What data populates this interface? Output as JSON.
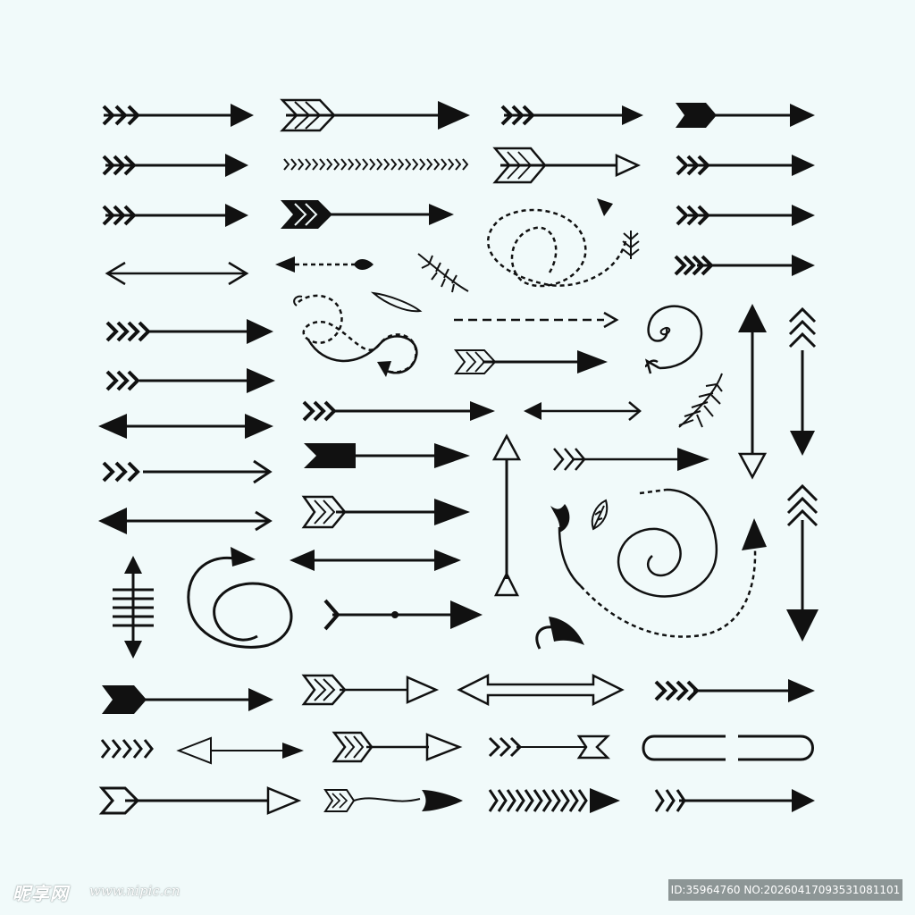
{
  "palette": {
    "background": "#f1fafa",
    "ink": "#111111",
    "watermark_bar": "#8d9696"
  },
  "icon_set": [
    "arrow-right-feathered-icon",
    "arrow-right-outlined-fletching-icon",
    "arrow-right-triple-chevron-icon",
    "arrow-right-solid-fletching-icon",
    "arrow-right-chevron-tail-icon",
    "chevron-chain-icon",
    "arrow-right-open-head-icon",
    "arrow-double-headed-icon",
    "dashed-arrow-left-icon",
    "loop-dashed-arrow-icon",
    "leaf-icon",
    "swirl-arrow-icon",
    "dashed-arrow-right-icon",
    "curl-arrow-icon",
    "arrow-vertical-icon",
    "arrow-up-outline-icon",
    "spiral-dashed-arrow-icon",
    "arrow-down-chevron-tail-icon",
    "fishbone-arrow-icon",
    "loop-arrow-icon",
    "curved-arrow-icon",
    "capsule-bracket-icon"
  ],
  "watermark": {
    "logo": "昵享网",
    "site": "www.nipic.cn",
    "id_text": "ID:35964760 NO:20260417093531081101"
  }
}
